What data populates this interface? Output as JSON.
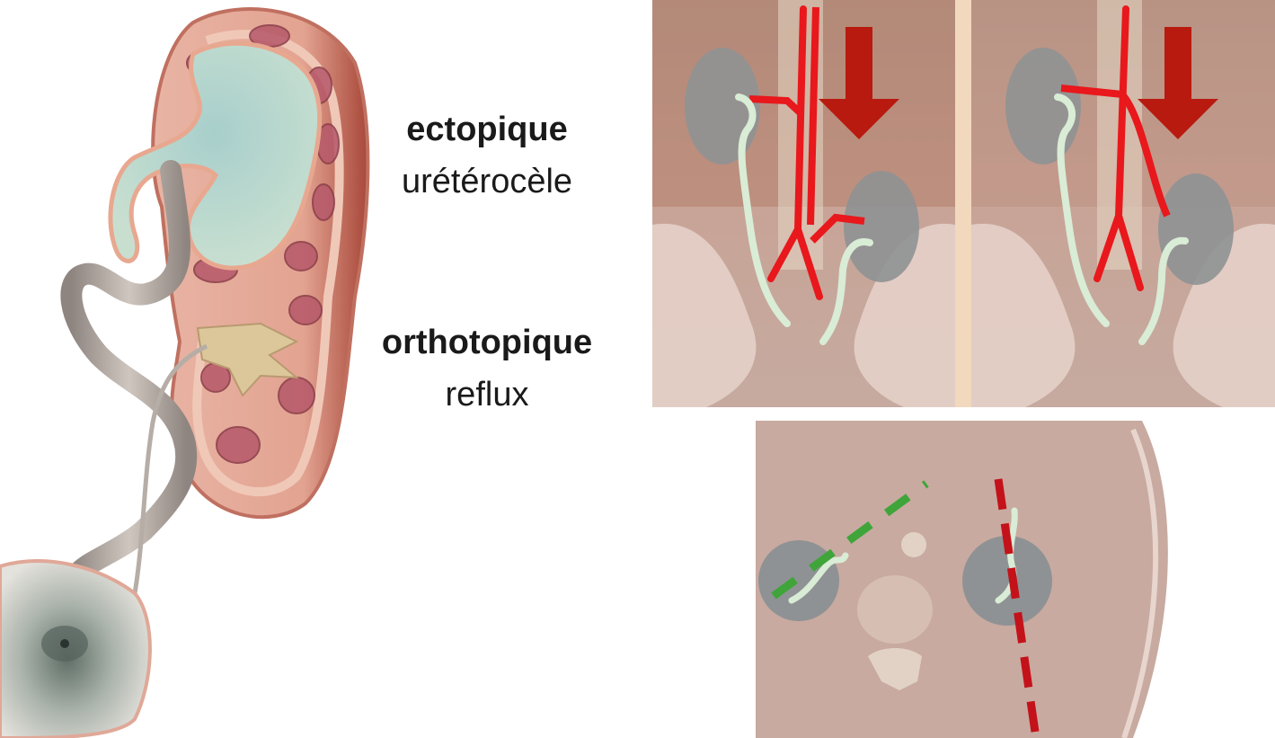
{
  "labels": {
    "top": {
      "bold": "ectopique",
      "normal": "urétérocèle"
    },
    "bottom": {
      "bold": "orthotopique",
      "normal": "reflux"
    }
  },
  "colors": {
    "background": "#ffffff",
    "vessel_red": "#e8181c",
    "ureter_green": "#d9ecd6",
    "arrow_red": "#b81a10",
    "kidney_gray": "#8f9294",
    "scan_tint": "#c8aaa0",
    "dashed_green": "#3fa53a",
    "dashed_red": "#c4121a"
  }
}
